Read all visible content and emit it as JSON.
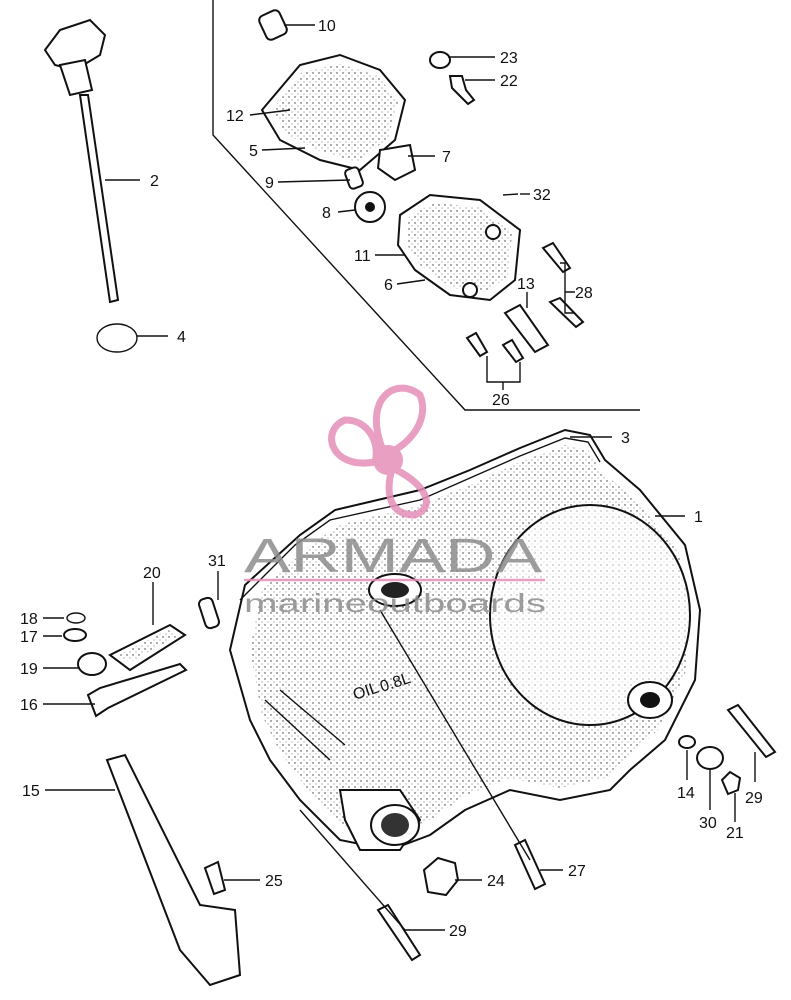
{
  "watermark": {
    "brand": "ARMADA",
    "tagline": "marineoutboards",
    "logo_icon": "propeller-icon",
    "logo_color": "#e68fb8",
    "text_color": "#8d8d8d"
  },
  "callouts": [
    {
      "id": "c1",
      "label": "1"
    },
    {
      "id": "c2",
      "label": "2"
    },
    {
      "id": "c3",
      "label": "3"
    },
    {
      "id": "c4",
      "label": "4"
    },
    {
      "id": "c5",
      "label": "5"
    },
    {
      "id": "c6",
      "label": "6"
    },
    {
      "id": "c7",
      "label": "7"
    },
    {
      "id": "c8",
      "label": "8"
    },
    {
      "id": "c9",
      "label": "9"
    },
    {
      "id": "c10",
      "label": "10"
    },
    {
      "id": "c11",
      "label": "11"
    },
    {
      "id": "c12",
      "label": "12"
    },
    {
      "id": "c13",
      "label": "13"
    },
    {
      "id": "c14",
      "label": "14"
    },
    {
      "id": "c15",
      "label": "15"
    },
    {
      "id": "c16",
      "label": "16"
    },
    {
      "id": "c17",
      "label": "17"
    },
    {
      "id": "c18",
      "label": "18"
    },
    {
      "id": "c19",
      "label": "19"
    },
    {
      "id": "c20",
      "label": "20"
    },
    {
      "id": "c21",
      "label": "21"
    },
    {
      "id": "c22",
      "label": "22"
    },
    {
      "id": "c23",
      "label": "23"
    },
    {
      "id": "c24",
      "label": "24"
    },
    {
      "id": "c25",
      "label": "25"
    },
    {
      "id": "c26",
      "label": "26"
    },
    {
      "id": "c27",
      "label": "27"
    },
    {
      "id": "c28",
      "label": "28"
    },
    {
      "id": "c29a",
      "label": "29"
    },
    {
      "id": "c29b",
      "label": "29"
    },
    {
      "id": "c30",
      "label": "30"
    },
    {
      "id": "c31",
      "label": "31"
    },
    {
      "id": "c32",
      "label": "32"
    }
  ],
  "cover_marking": {
    "line1": "OIL",
    "line2": "0.8L"
  }
}
